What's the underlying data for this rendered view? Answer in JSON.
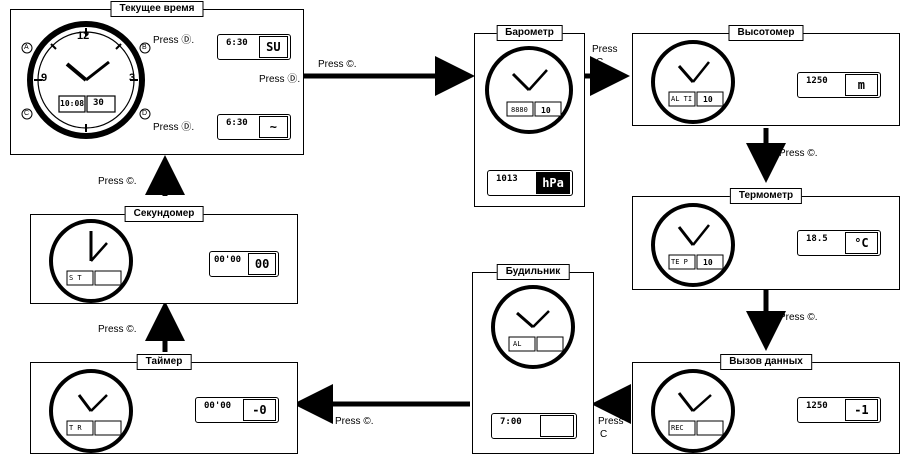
{
  "modes": {
    "current_time": "Текущее время",
    "barometer": "Барометр",
    "altimeter": "Высотомер",
    "thermometer": "Термометр",
    "data_recall": "Вызов данных",
    "alarm": "Будильник",
    "timer": "Таймер",
    "stopwatch": "Секундомер"
  },
  "press": {
    "label": "Press",
    "button_c": "C",
    "button_d": "D",
    "c_label": "Press ©.",
    "d_label": "Press Ⓓ."
  },
  "buttons": {
    "a": "A",
    "b": "B",
    "c": "C",
    "d": "D"
  },
  "watch": {
    "dial_12": "12",
    "dial_3": "3",
    "dial_9": "9",
    "sub_time": "10:08",
    "sub_day": "30"
  },
  "lcd": {
    "ct1_small": "6:30",
    "ct1_big": "SU",
    "ct2_small": "6:30",
    "baro_sub_small": "8880",
    "baro_sub_big": "10",
    "baro_small": "1013",
    "baro_big": "hPa",
    "alt_sub_small": "AL TI",
    "alt_sub_big": "10",
    "alt_small": "1250",
    "alt_big": "m",
    "temp_sub_small": "TE P",
    "temp_sub_big": "10",
    "temp_small": "18.5",
    "temp_big": "°C",
    "rec_sub_small": "REC",
    "rec_small": "1250",
    "rec_big": "-1",
    "alarm_sub_small": "AL",
    "alarm_small": "7:00",
    "timer_sub_small": "T R",
    "timer_small": "00'00",
    "timer_big": "-0",
    "sw_sub_small": "S T",
    "sw_small": "00'00",
    "sw_big": "00"
  }
}
